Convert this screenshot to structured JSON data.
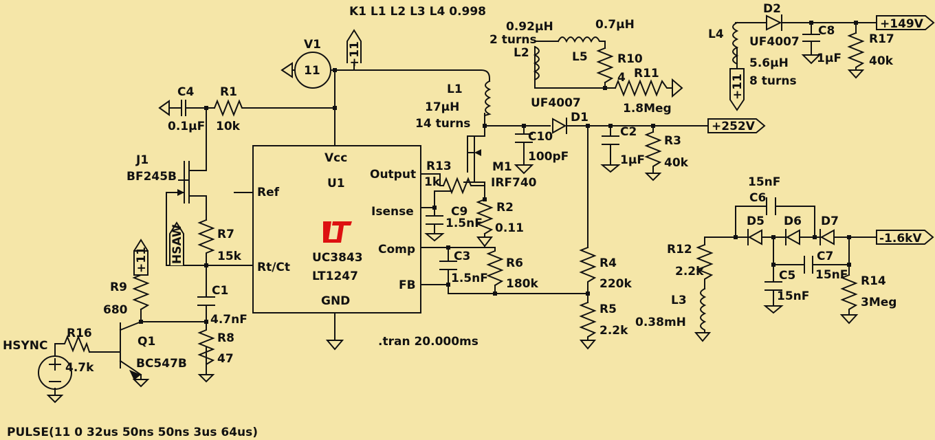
{
  "directives": {
    "coupling": "K1 L1 L2 L3 L4 0.998",
    "tran": ".tran 20.000ms",
    "pulse": "PULSE(11 0 32us 50ns 50ns 3us 64us)"
  },
  "ic": {
    "ref": "U1",
    "part1": "UC3843",
    "part2": "LT1247",
    "pins": {
      "vcc": "Vcc",
      "ref": "Ref",
      "rtct": "Rt/Ct",
      "gnd": "GND",
      "output": "Output",
      "isense": "Isense",
      "comp": "Comp",
      "fb": "FB"
    },
    "logo_color": "#dd1111"
  },
  "sources": {
    "v1": {
      "ref": "V1",
      "value": "11"
    },
    "hsync": {
      "ref": "HSYNC"
    }
  },
  "nets": {
    "p11_a": "+11",
    "p11_b": "+11",
    "p11_c": "+11",
    "hsaw": "HSAW",
    "v252": "+252V",
    "v149": "+149V",
    "vneg": "-1.6kV"
  },
  "components": {
    "c4": {
      "ref": "C4",
      "value": "0.1µF"
    },
    "r1": {
      "ref": "R1",
      "value": "10k"
    },
    "j1": {
      "ref": "J1",
      "value": "BF245B"
    },
    "r7": {
      "ref": "R7",
      "value": "15k"
    },
    "c1": {
      "ref": "C1",
      "value": "4.7nF"
    },
    "r8": {
      "ref": "R8",
      "value": "47"
    },
    "r9": {
      "ref": "R9",
      "value": "680"
    },
    "r16": {
      "ref": "R16",
      "value": "4.7k"
    },
    "q1": {
      "ref": "Q1",
      "value": "BC547B"
    },
    "l1": {
      "ref": "L1",
      "value": "17µH",
      "turns": "14 turns"
    },
    "m1": {
      "ref": "M1",
      "value": "IRF740"
    },
    "r13": {
      "ref": "R13",
      "value": "1k"
    },
    "c9": {
      "ref": "C9",
      "value": "1.5nF"
    },
    "r2": {
      "ref": "R2",
      "value": "0.11"
    },
    "c3": {
      "ref": "C3",
      "value": "1.5nF"
    },
    "r6": {
      "ref": "R6",
      "value": "180k"
    },
    "c10": {
      "ref": "C10",
      "value": "100pF"
    },
    "d1": {
      "ref": "D1",
      "value": "UF4007"
    },
    "c2": {
      "ref": "C2",
      "value": "1µF"
    },
    "r3": {
      "ref": "R3",
      "value": "40k"
    },
    "r4": {
      "ref": "R4",
      "value": "220k"
    },
    "r5": {
      "ref": "R5",
      "value": "2.2k"
    },
    "l2": {
      "ref": "L2",
      "value": "0.92µH",
      "turns": "2 turns"
    },
    "l5": {
      "ref": "L5",
      "value": "0.7µH"
    },
    "r10": {
      "ref": "R10",
      "value": "4"
    },
    "r11": {
      "ref": "R11",
      "value": "1.8Meg"
    },
    "l4": {
      "ref": "L4",
      "value": "5.6µH",
      "turns": "8 turns"
    },
    "d2": {
      "ref": "D2",
      "value": "UF4007"
    },
    "c8": {
      "ref": "C8",
      "value": "1µF"
    },
    "r17": {
      "ref": "R17",
      "value": "40k"
    },
    "c6": {
      "ref": "C6",
      "value": "15nF"
    },
    "d5": {
      "ref": "D5"
    },
    "d6": {
      "ref": "D6"
    },
    "d7": {
      "ref": "D7"
    },
    "r12": {
      "ref": "R12",
      "value": "2.2k"
    },
    "l3": {
      "ref": "L3",
      "value": "0.38mH"
    },
    "c5": {
      "ref": "C5",
      "value": "15nF"
    },
    "c7": {
      "ref": "C7",
      "value": "15nF"
    },
    "r14": {
      "ref": "R14",
      "value": "3Meg"
    }
  }
}
